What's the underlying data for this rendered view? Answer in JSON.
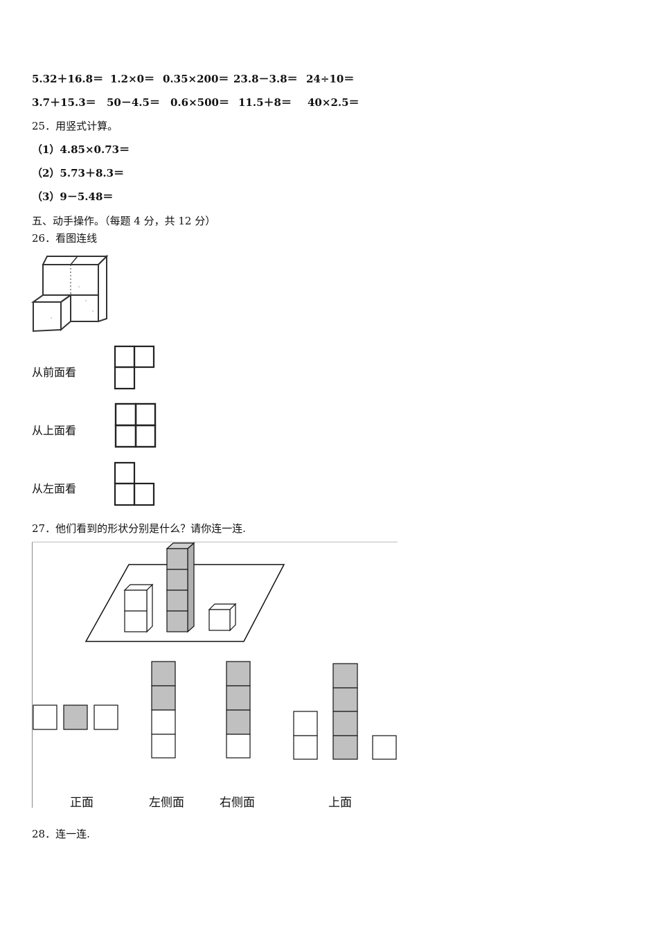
{
  "row1": [
    "5.32＋16.8＝",
    "1.2×0＝",
    "0.35×200＝",
    "23.8－3.8＝",
    "24÷10＝"
  ],
  "row2": [
    "3.7＋15.3＝",
    "50－4.5＝",
    "0.6×500＝",
    "11.5＋8＝",
    "40×2.5＝"
  ],
  "q25": {
    "title": "25．用竖式计算。",
    "items": [
      "（1）4.85×0.73＝",
      "（2）5.73＋8.3＝",
      "（3）9－5.48＝"
    ]
  },
  "section5": "五、动手操作。（每题 4 分，共 12 分）",
  "q26": {
    "title": "26．看图连线",
    "views": [
      "从前面看",
      "从上面看",
      "从左面看"
    ]
  },
  "q27": {
    "title": "27．他们看到的形状分别是什么？请你连一连.",
    "captions": [
      "正面",
      "左侧面",
      "右侧面",
      "上面"
    ]
  },
  "q28": {
    "title": "28．连一连."
  },
  "colors": {
    "gray_fill": "#c0c0c0",
    "line": "#222222"
  }
}
